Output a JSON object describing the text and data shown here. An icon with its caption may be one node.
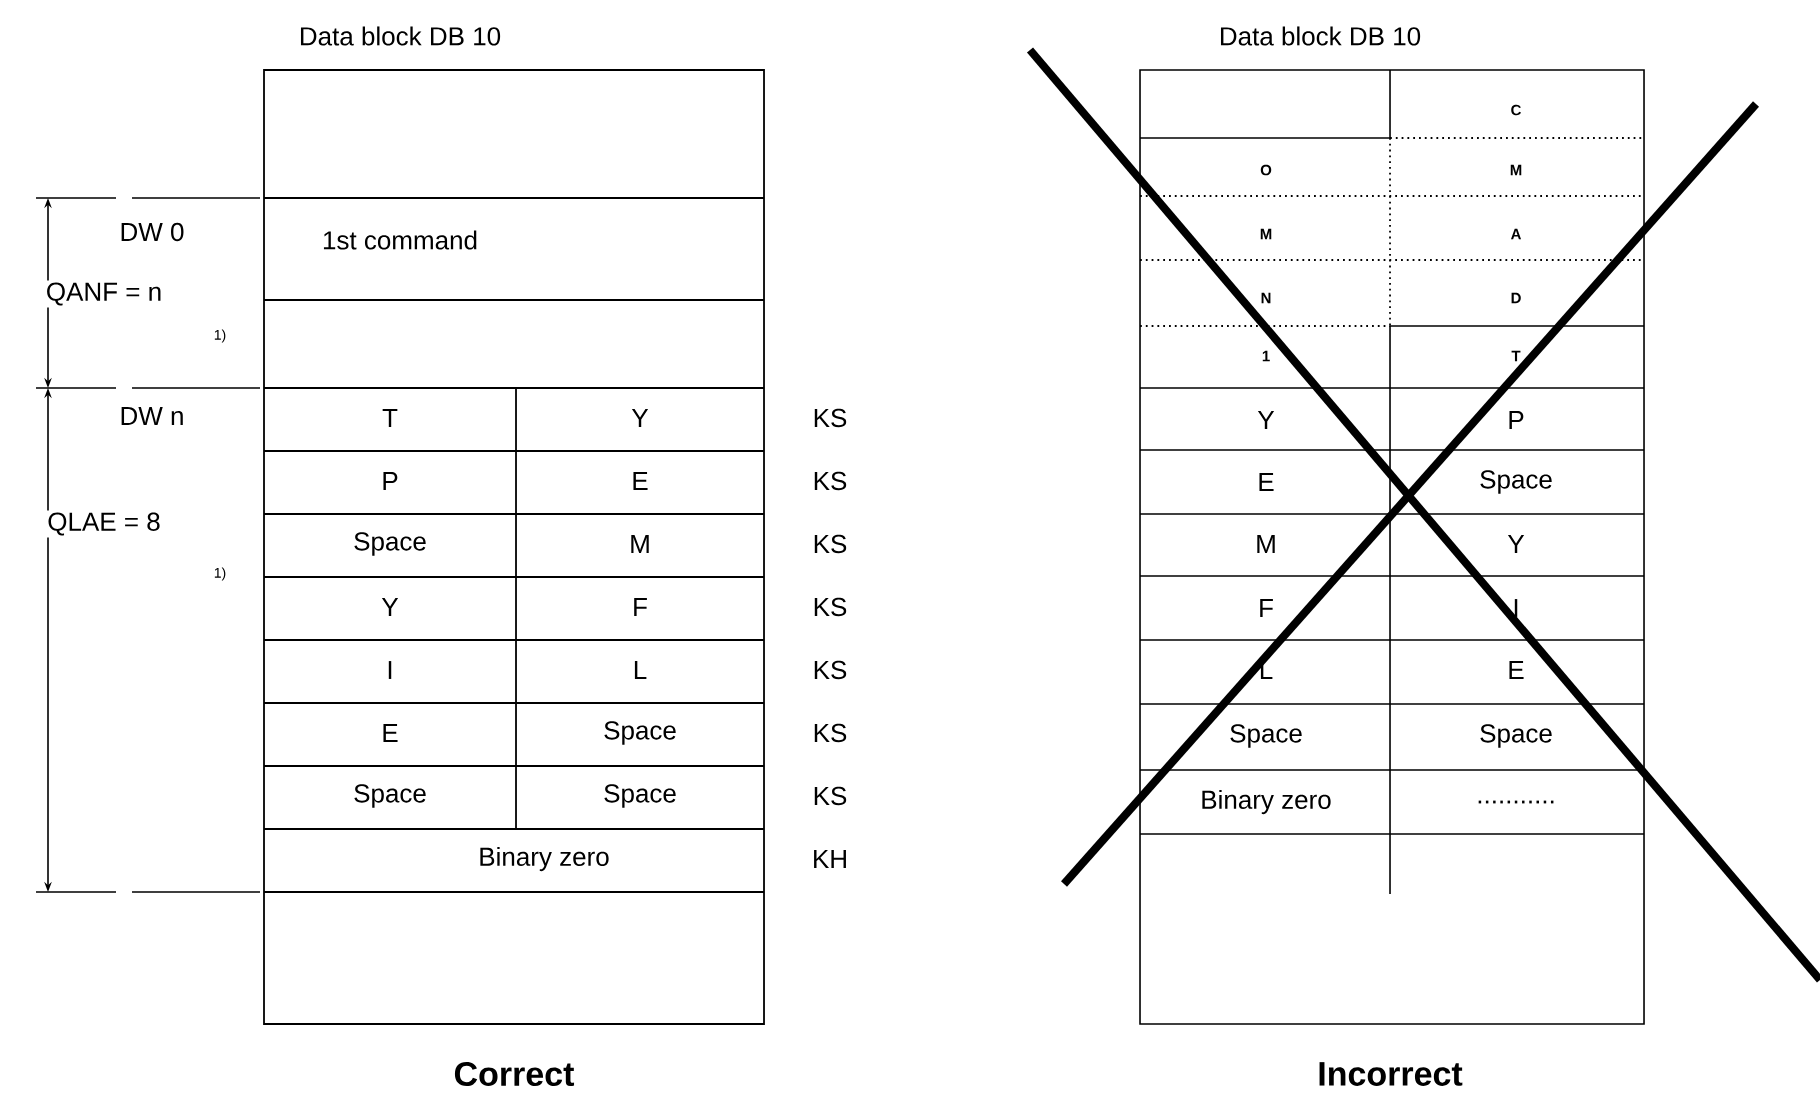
{
  "diagram": {
    "labels": [
      "Data block DB 10",
      "DW 0",
      "1st command",
      "QANF = n",
      "1)",
      "DW n",
      "T",
      "Y",
      "KS",
      "P",
      "E",
      "KS",
      "QLAE = 8",
      "Space",
      "M",
      "KS",
      "1)",
      "Y",
      "F",
      "KS",
      "I",
      "L",
      "KS",
      "E",
      "Space",
      "KS",
      "Space",
      "Space",
      "KS",
      "Binary zero",
      "KH",
      "Correct",
      "Data block DB 10",
      "C",
      "O",
      "M",
      "M",
      "A",
      "N",
      "D",
      "1",
      "T",
      "Y",
      "P",
      "E",
      "Space",
      "M",
      "Y",
      "F",
      "I",
      "L",
      "E",
      "Space",
      "Space",
      "Binary zero",
      "...........",
      "Incorrect"
    ]
  }
}
